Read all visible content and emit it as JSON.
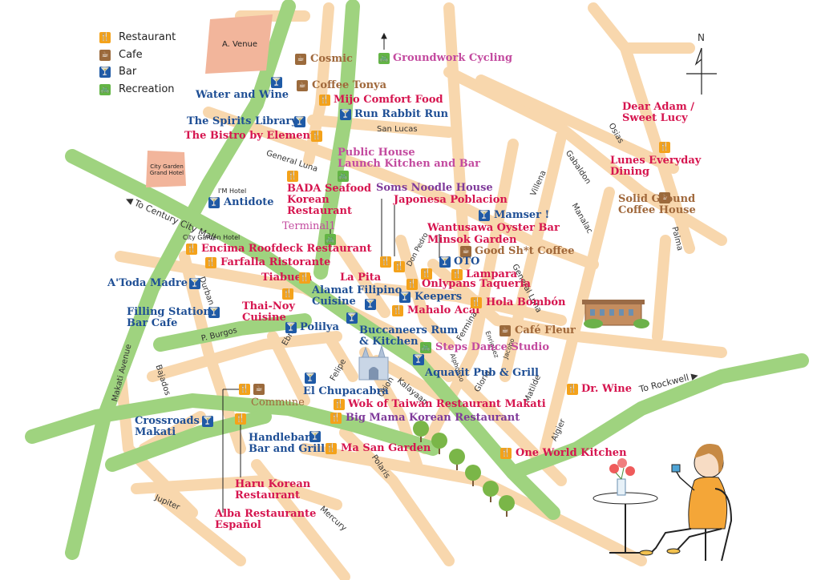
{
  "legend": [
    {
      "icon": "fork-knife-icon",
      "label": "Restaurant",
      "kind": "r"
    },
    {
      "icon": "cup-icon",
      "label": "Cafe",
      "kind": "c"
    },
    {
      "icon": "cocktail-icon",
      "label": "Bar",
      "kind": "b"
    },
    {
      "icon": "bike-icon",
      "label": "Recreation",
      "kind": "g"
    }
  ],
  "compass": "N",
  "landmarks": {
    "avenue": "A. Venue",
    "city_garden_grand": "City Garden Grand Hotel",
    "im_hotel": "I'M Hotel",
    "city_garden_hotel": "City Garden Hotel"
  },
  "directions": {
    "century": "To Century City Mall",
    "rockwell": "To Rockwell"
  },
  "streets": {
    "san_lucas": "San Lucas",
    "general_luna": "General Luna",
    "general_luna_2": "General Luna",
    "durban": "Durban",
    "p_burgos": "P. Burgos",
    "makati_avenue": "Makati Avenue",
    "bajados": "Bajados",
    "ebro": "Ebro",
    "felipe": "Felipe",
    "orion": "Orion",
    "kalayaan": "Kalayaan",
    "fermina": "Fermina",
    "alphonso": "Alphonso",
    "gloria": "Gloria",
    "enriquez": "Enriquez",
    "jacobo": "Jacobo",
    "matilde": "Matilde",
    "algier": "Algier",
    "polaris": "Polaris",
    "mercury": "Mercury",
    "jupiter": "Jupiter",
    "don_pedro": "Don Pedro",
    "osias": "Osias",
    "gabaldon": "Gabaldon",
    "villena": "Villena",
    "manalac": "Manalac",
    "palma": "Palma"
  },
  "places": {
    "cosmic": "Cosmic",
    "groundwork": "Groundwork Cycling",
    "water_wine": "Water and Wine",
    "coffee_tonya": "Coffee Tonya",
    "mijo": "Mijo Comfort Food",
    "run_rabbit": "Run Rabbit Run",
    "spirits": "The Spirits Library",
    "bistro": "The Bistro by Element",
    "public_house": "Public House",
    "launch_kitchen": "Launch Kitchen and Bar",
    "bada1": "BADA Seafood",
    "bada2": "Korean",
    "bada3": "Restaurant",
    "antidote": "Antidote",
    "terminal1": "Terminal1",
    "soms": "Soms Noodle House",
    "japonesa": "Japonesa Poblacion",
    "mamser": "Mamser !",
    "wantusawa": "Wantusawa Oyster Bar",
    "minsok": "Minsok Garden",
    "good_shit": "Good Sh*t Coffee",
    "oto": "OTO",
    "encima": "Encima Roofdeck Restaurant",
    "farfalla": "Farfalla Ristorante",
    "lampara": "Lampara",
    "atoda": "A'Toda Madre",
    "tiabuela": "Tiabuela",
    "la_pita": "La Pita",
    "onlypans": "Onlypans Taqueria",
    "alamat1": "Alamat Filipino",
    "alamat2": "Cuisine",
    "keepers": "Keepers",
    "mahalo": "Mahalo Acai",
    "hola": "Hola Bombón",
    "filling1": "Filling Station",
    "filling2": "Bar Cafe",
    "thainoy1": "Thai-Noy",
    "thainoy2": "Cuisine",
    "polilya": "Polilya",
    "buccaneers1": "Buccaneers Rum",
    "buccaneers2": "& Kitchen",
    "cafe_fleur": "Café Fleur",
    "steps": "Steps Dance Studio",
    "aquavit": "Aquavit Pub & Grill",
    "chupacabra": "El Chupacabra",
    "dr_wine": "Dr. Wine",
    "commune": "Commune",
    "wok": "Wok of Taiwan Restaurant Makati",
    "big_mama": "Big Mama Korean Restaurant",
    "crossroads1": "Crossroads",
    "crossroads2": "Makati",
    "handlebar1": "Handlebar",
    "handlebar2": "Bar and Grill",
    "ma_san": "Ma San Garden",
    "one_world": "One World Kitchen",
    "haru1": "Haru Korean",
    "haru2": "Restaurant",
    "alba1": "Alba Restaurante",
    "alba2": "Español",
    "dear_adam1": "Dear Adam /",
    "dear_adam2": "Sweet Lucy",
    "lunes1": "Lunes Everyday",
    "lunes2": "Dining",
    "solid1": "Solid Ground",
    "solid2": "Coffee House"
  }
}
